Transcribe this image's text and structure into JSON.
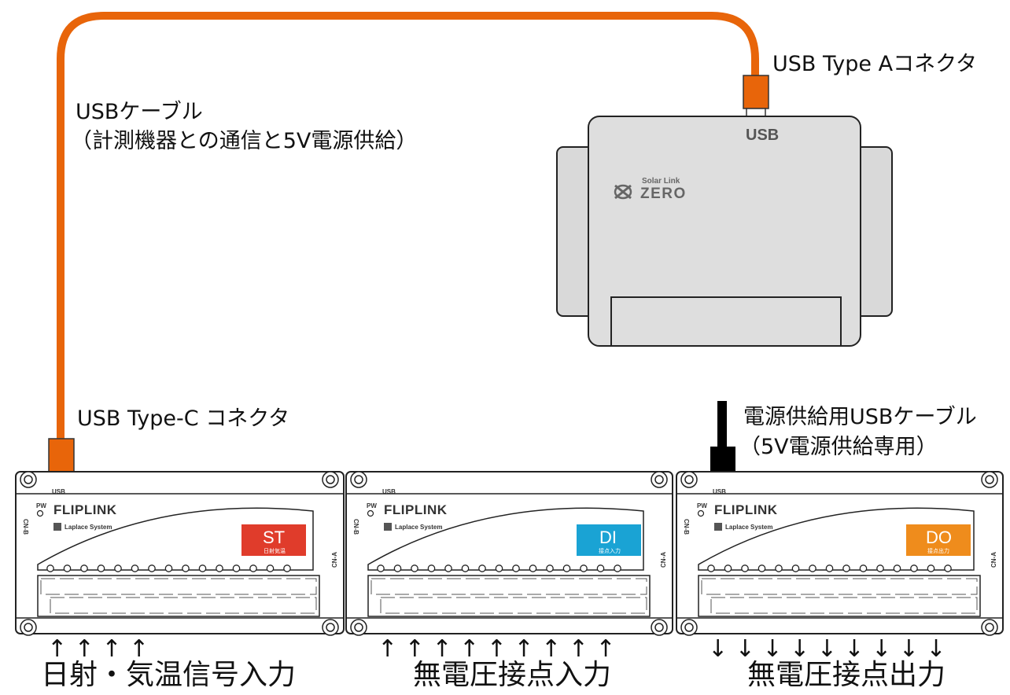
{
  "cables": {
    "usb_cable_label": "USBケーブル",
    "usb_cable_note": "（計測機器との通信と5V電源供給）",
    "type_a_label": "USB Type  Aコネクタ",
    "type_c_label": "USB Type-C コネクタ",
    "power_cable_label": "電源供給用USBケーブル",
    "power_cable_note": "（5V電源供給専用）"
  },
  "hub": {
    "usb_label": "USB",
    "logo_small": "Solar Link",
    "logo_big": "ZERO"
  },
  "modules": [
    {
      "id": "ST",
      "badge": "ST",
      "sub": "日射気温",
      "color": "#e03c2b",
      "usb": "USB",
      "pw": "PW",
      "brand": "FLIPLINK",
      "maker": "Laplace System",
      "cnb": "CN-B",
      "cna": "CN-A",
      "arrows": "↑  ↑  ↑  ↑",
      "caption": "日射・気温信号入力"
    },
    {
      "id": "DI",
      "badge": "DI",
      "sub": "接点入力",
      "color": "#1aa3d4",
      "usb": "USB",
      "pw": "PW",
      "brand": "FLIPLINK",
      "maker": "Laplace System",
      "cnb": "CN-B",
      "cna": "CN-A",
      "arrows": "↑  ↑  ↑  ↑  ↑  ↑  ↑  ↑  ↑",
      "caption": "無電圧接点入力"
    },
    {
      "id": "DO",
      "badge": "DO",
      "sub": "接点出力",
      "color": "#ef8c1c",
      "usb": "USB",
      "pw": "PW",
      "brand": "FLIPLINK",
      "maker": "Laplace System",
      "cnb": "CN-B",
      "cna": "CN-A",
      "arrows": "↓  ↓  ↓  ↓  ↓  ↓  ↓  ↓  ↓",
      "caption": "無電圧接点出力"
    }
  ],
  "colors": {
    "cable": "#e8650a",
    "hub_body": "#dedede",
    "power_cable": "#000000"
  }
}
